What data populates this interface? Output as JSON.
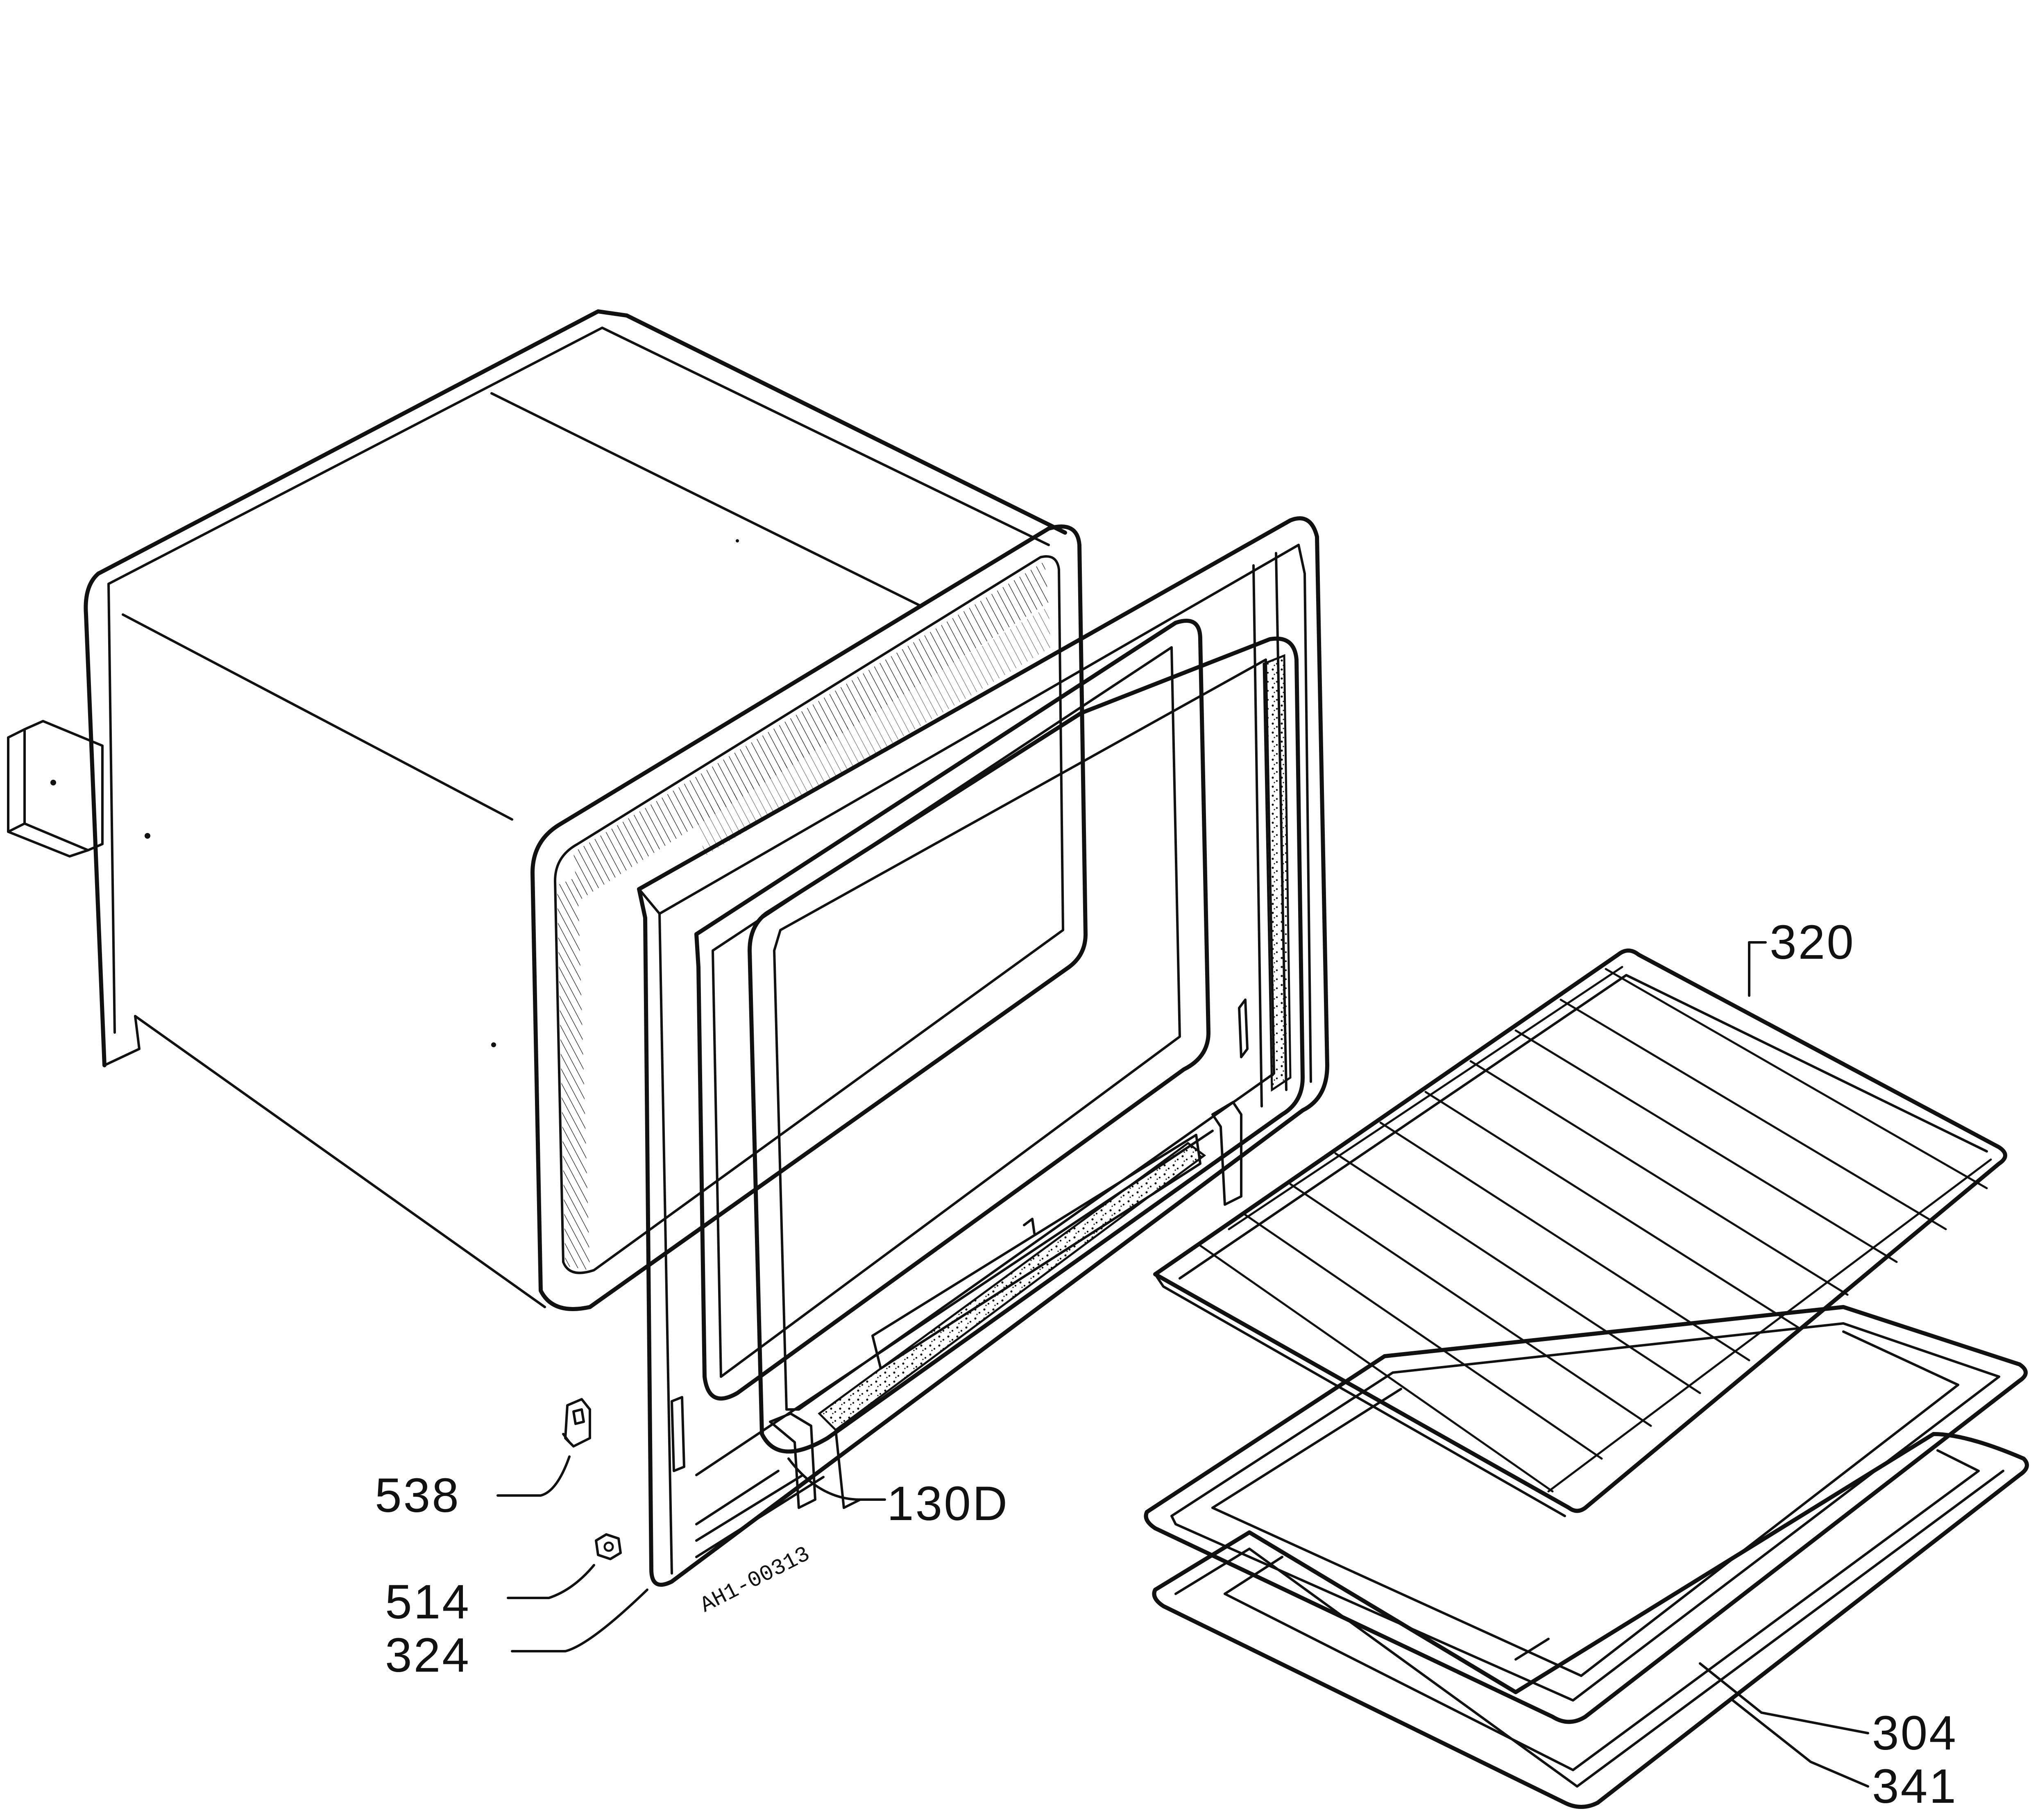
{
  "colors": {
    "ink": "#111111",
    "paper": "#ffffff"
  },
  "callouts": {
    "p320": "320",
    "p130d": "130D",
    "p538": "538",
    "p514": "514",
    "p324": "324",
    "p304": "304",
    "p341": "341"
  },
  "drawing_tag": "AH1-00313"
}
